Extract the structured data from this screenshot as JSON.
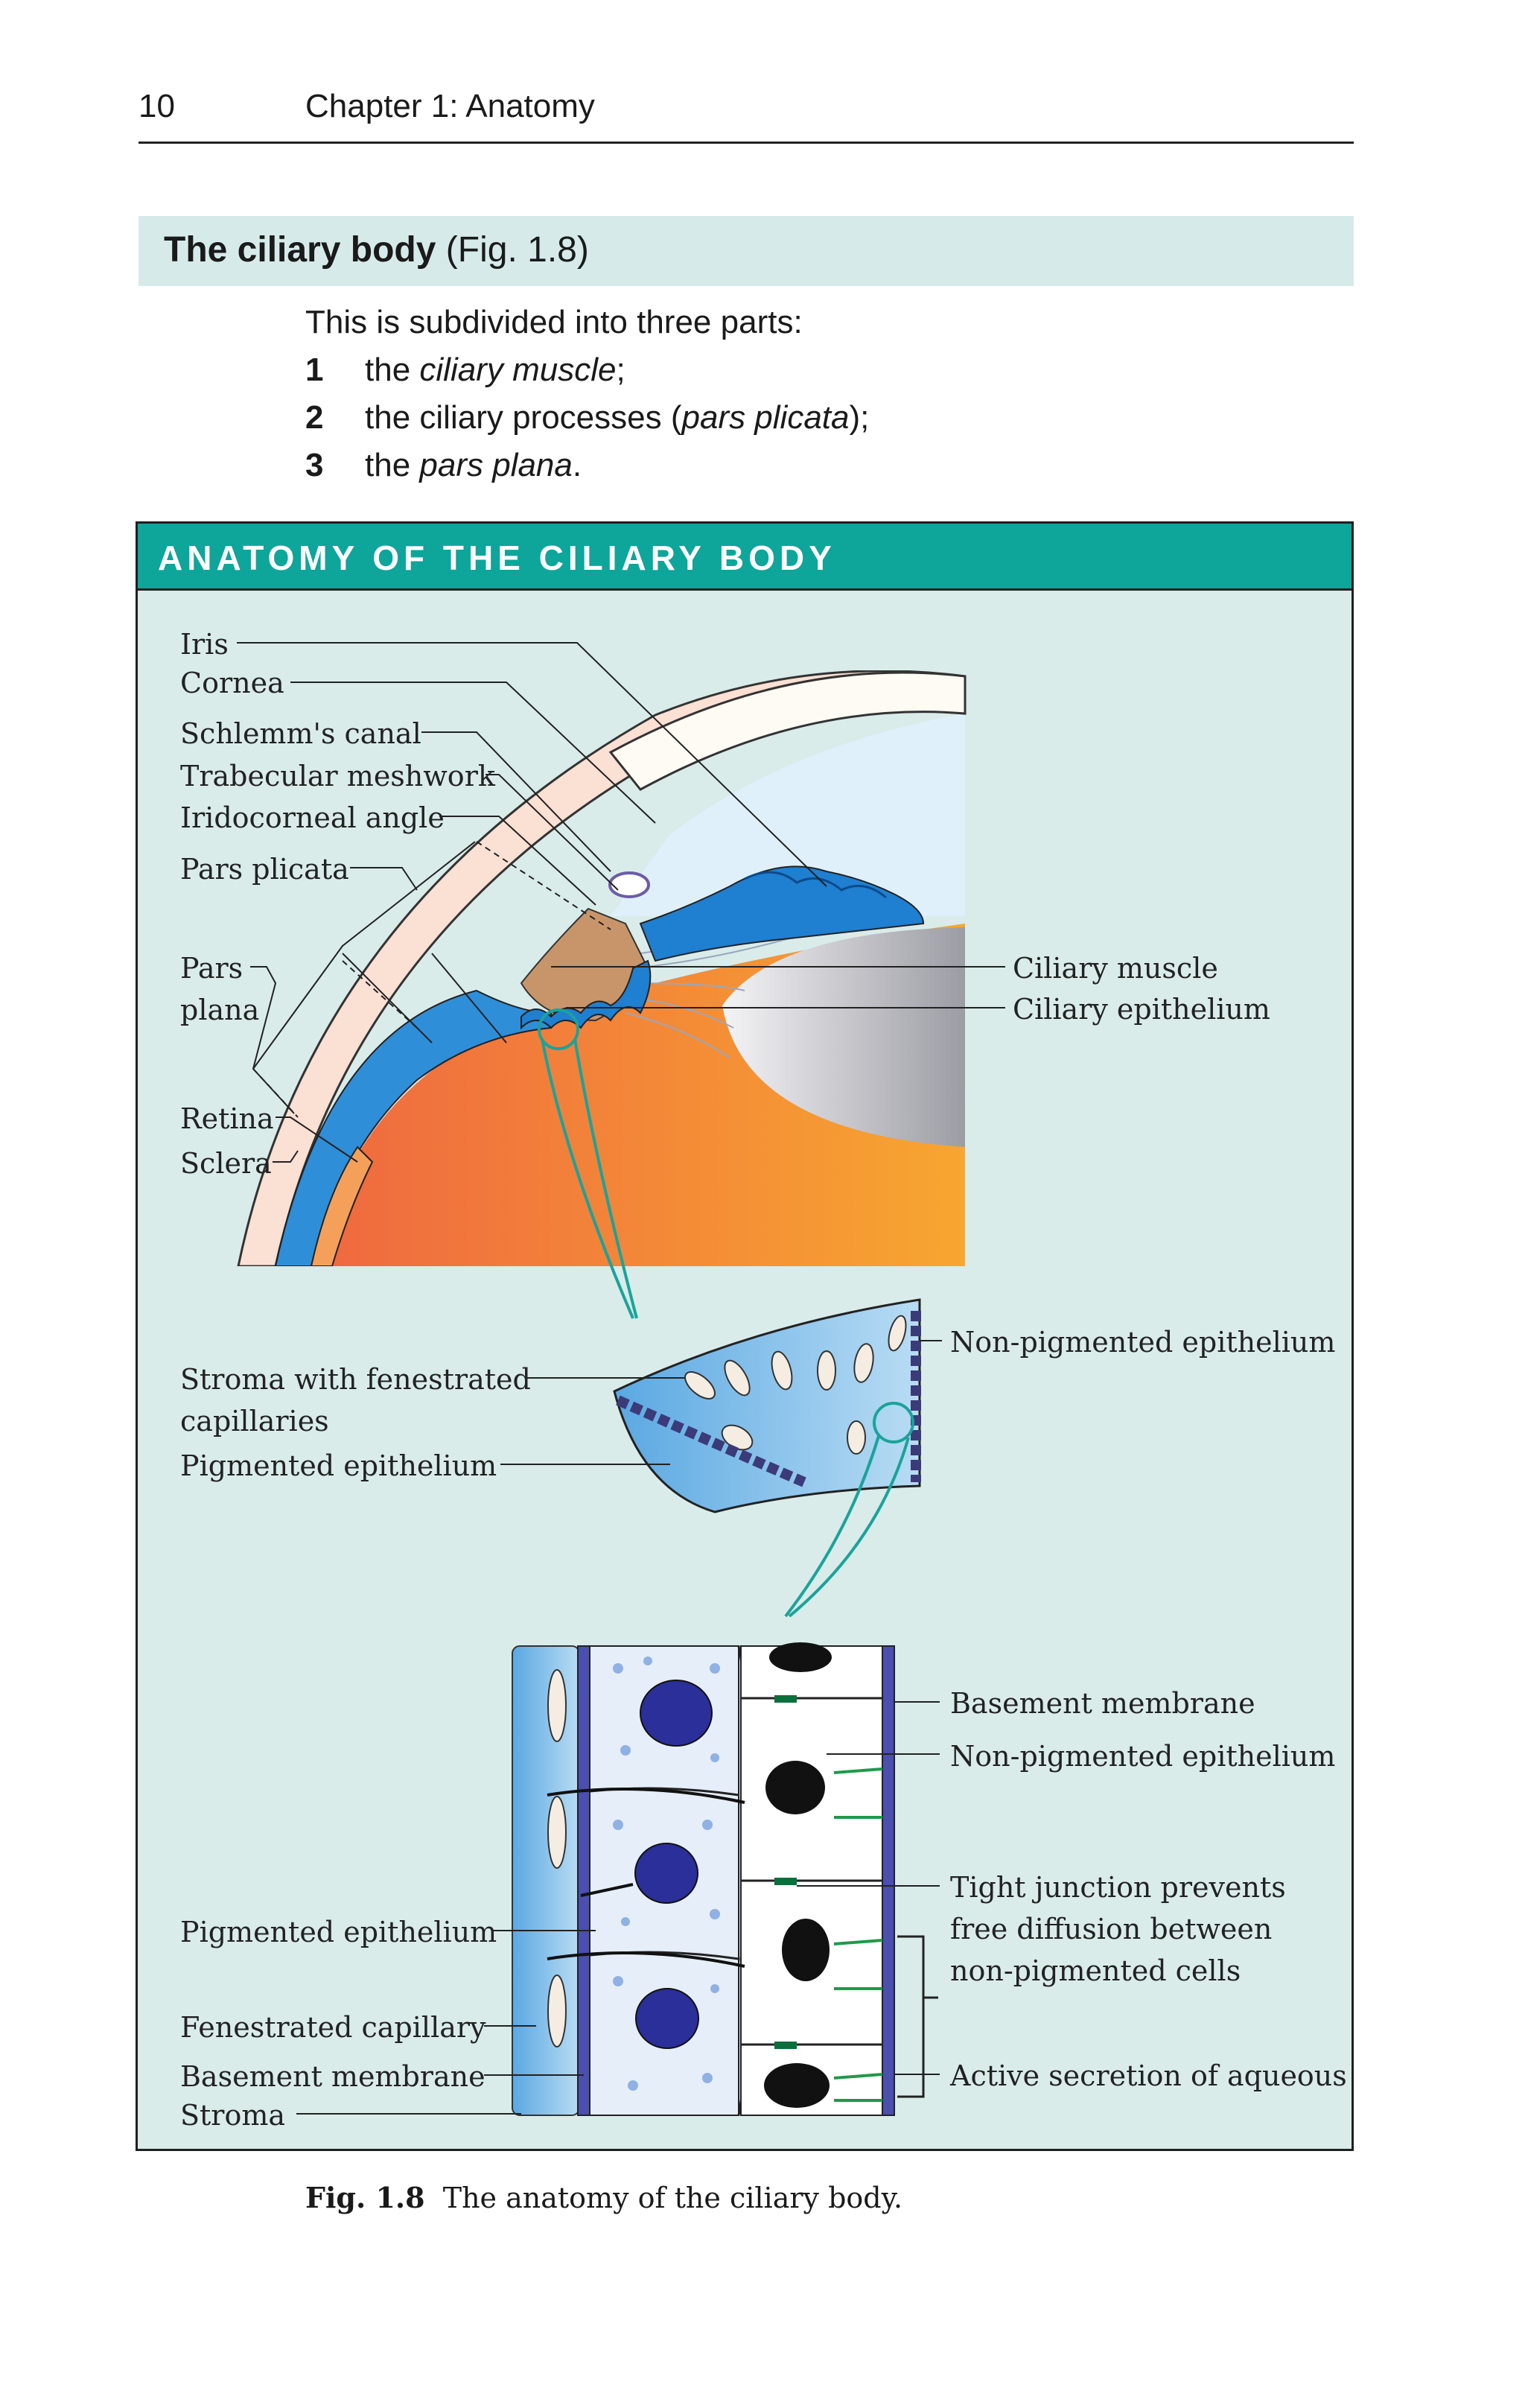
{
  "header": {
    "page_number": "10",
    "running_head": "Chapter 1: Anatomy"
  },
  "section": {
    "title": "The ciliary body",
    "figure_ref": "(Fig. 1.8)"
  },
  "intro": "This is subdivided into three parts:",
  "list": [
    {
      "num": "1",
      "pre": "the ",
      "em": "ciliary muscle",
      "post": ";"
    },
    {
      "num": "2",
      "pre": "the ciliary processes (",
      "em": "pars plicata",
      "post": ");"
    },
    {
      "num": "3",
      "pre": "the ",
      "em": "pars plana",
      "post": "."
    }
  ],
  "figure": {
    "title": "ANATOMY OF THE CILIARY BODY",
    "labels": {
      "iris": "Iris",
      "cornea": "Cornea",
      "schlemms_canal": "Schlemm's canal",
      "trabecular_meshwork": "Trabecular meshwork",
      "iridocorneal_angle": "Iridocorneal angle",
      "pars_plicata": "Pars plicata",
      "pars": "Pars",
      "plana": "plana",
      "retina": "Retina",
      "sclera": "Sclera",
      "ciliary_muscle": "Ciliary muscle",
      "ciliary_epithelium": "Ciliary epithelium",
      "non_pigmented_epithelium": "Non-pigmented epithelium",
      "stroma_line1": "Stroma with fenestrated",
      "stroma_line2": "capillaries",
      "pigmented_epithelium": "Pigmented epithelium",
      "basement_membrane_right": "Basement membrane",
      "non_pigmented_epithelium_2": "Non-pigmented epithelium",
      "tight_junction_line1": "Tight junction prevents",
      "tight_junction_line2": "free diffusion between",
      "tight_junction_line3": "non-pigmented cells",
      "active_secretion": "Active secretion of aqueous",
      "pigmented_epithelium_2": "Pigmented epithelium",
      "fenestrated_capillary": "Fenestrated capillary",
      "basement_membrane_left": "Basement membrane",
      "stroma": "Stroma"
    },
    "colors": {
      "header": "#0ea59b",
      "panel": "#d9ecea",
      "retina_orange": "#f0763c",
      "ciliary_blue": "#2f8ed8",
      "iris_blue": "#1f7fd0",
      "cell_nucleus": "#2a2f9a",
      "membrane": "#4a4fb0",
      "arrow_green": "#1e9a4a"
    }
  },
  "caption": {
    "label": "Fig. 1.8",
    "text": "The anatomy of the ciliary body."
  }
}
